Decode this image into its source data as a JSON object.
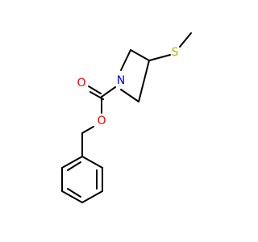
{
  "molecule": {
    "atoms": {
      "sulfur": "S",
      "nitrogen": "N",
      "carbonyl_oxygen": "O",
      "ester_oxygen": "O"
    }
  },
  "colors": {
    "background": "#ffffff",
    "bond": "#000000",
    "sulfur": "#b5b500",
    "nitrogen": "#0000ff",
    "oxygen": "#ff0000"
  }
}
